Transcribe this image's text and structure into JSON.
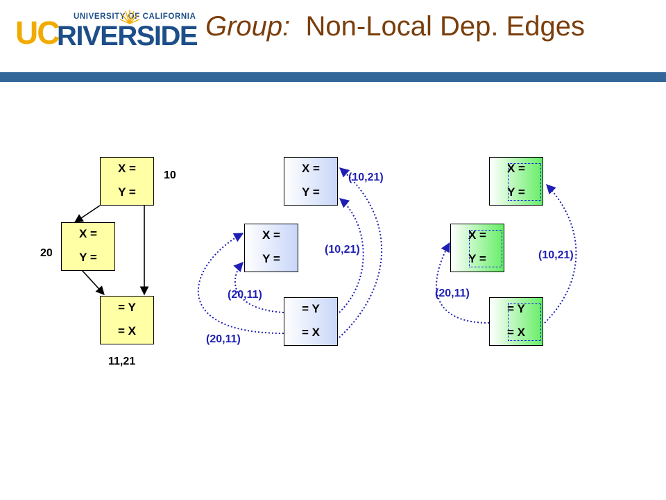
{
  "logo": {
    "top_text": "UNIVERSITY OF CALIFORNIA",
    "uc": "UC",
    "name": "RIVERSIDE"
  },
  "title": {
    "prefix": "Group:",
    "text": "Non-Local Dep. Edges"
  },
  "diagrams": {
    "cfg": {
      "nodes": [
        {
          "line1": "X =",
          "line2": "Y ="
        },
        {
          "line1": "X =",
          "line2": "Y ="
        },
        {
          "line1": "= Y",
          "line2": "= X"
        }
      ],
      "labels": {
        "top": "10",
        "left": "20",
        "bottom": "11,21"
      }
    },
    "dep": {
      "nodes": [
        {
          "line1": "X =",
          "line2": "Y ="
        },
        {
          "line1": "X =",
          "line2": "Y ="
        },
        {
          "line1": "= Y",
          "line2": "= X"
        }
      ],
      "edges": [
        "(10,21)",
        "(10,21)",
        "(20,11)",
        "(20,11)"
      ]
    },
    "grouped": {
      "nodes": [
        {
          "line1": "X =",
          "line2": "Y ="
        },
        {
          "line1": "X =",
          "line2": "Y ="
        },
        {
          "line1": "= Y",
          "line2": "= X"
        }
      ],
      "edges": [
        "(10,21)",
        "(20,11)"
      ]
    }
  },
  "colors": {
    "cfg_fill": "#ffffa6",
    "dep_fill": "#c8d6f8",
    "group_fill": "#66ee66",
    "edge_color": "#1f1fb3",
    "title_color": "#7a3e0b",
    "bar_color": "#336699"
  }
}
